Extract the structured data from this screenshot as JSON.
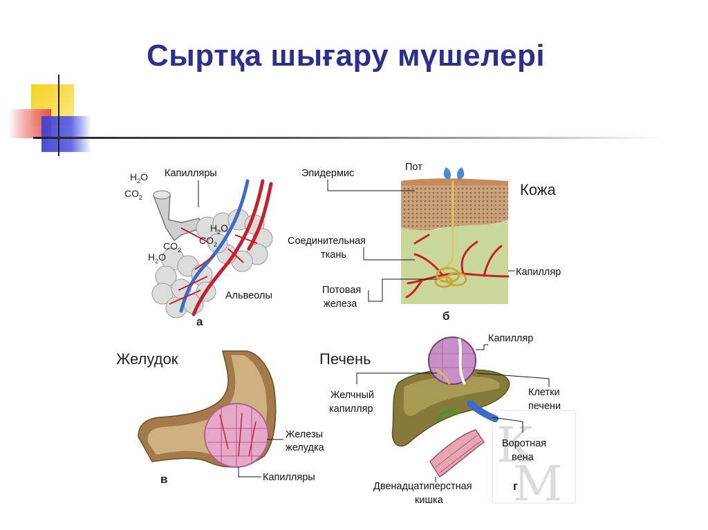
{
  "title": "Сыртқа шығару мүшелері",
  "panels": {
    "a": {
      "letter": "а",
      "labels": {
        "capillaries": "Капилляры",
        "alveoli": "Альвеолы"
      },
      "chem": {
        "h": "H",
        "o": "O",
        "c": "CO",
        "n2": "2"
      }
    },
    "b": {
      "letter": "б",
      "heading": "Кожа",
      "labels": {
        "sweat": "Пот",
        "epidermis": "Эпидермис",
        "connective_1": "Соединительная",
        "connective_2": "ткань",
        "sweat_gland_1": "Потовая",
        "sweat_gland_2": "железа",
        "capillary": "Капилляр"
      }
    },
    "v": {
      "letter": "в",
      "heading": "Желудок",
      "labels": {
        "glands_1": "Железы",
        "glands_2": "желудка",
        "capillaries": "Капилляры"
      }
    },
    "g": {
      "letter": "г",
      "heading": "Печень",
      "labels": {
        "capillary": "Капилляр",
        "bile_1": "Желчный",
        "bile_2": "капилляр",
        "liver_cells_1": "Клетки",
        "liver_cells_2": "печени",
        "portal_1": "Воротная",
        "portal_2": "вена",
        "duodenum_1": "Двенадцатиперстная",
        "duodenum_2": "кишка"
      }
    }
  }
}
